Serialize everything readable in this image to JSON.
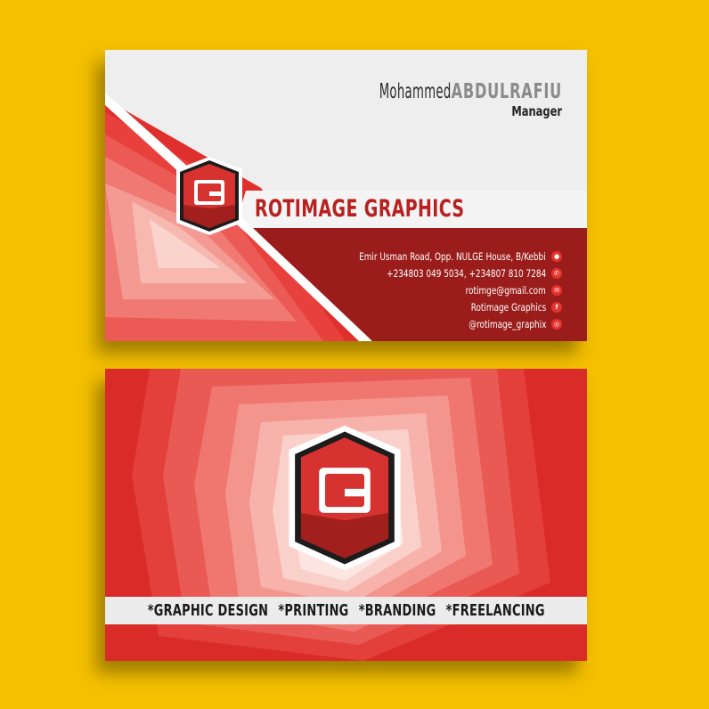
{
  "colors": {
    "background": "#f5c000",
    "brand_red": "#d92b28",
    "dark_red": "#9a1d1b",
    "light_gray": "#eeeeee"
  },
  "front_card": {
    "name_first": "Mohammed",
    "name_last": "ABDULRAFIU",
    "role": "Manager",
    "brand": "ROTIMAGE GRAPHICS",
    "contacts": [
      {
        "text": "Emir Usman Road, Opp. NULGE House, B/Kebbi",
        "icon": "location-icon",
        "glyph": "●"
      },
      {
        "text": "+234803 049 5034, +234807 810 7284",
        "icon": "phone-icon",
        "glyph": "✆"
      },
      {
        "text": "rotimge@gmail.com",
        "icon": "mail-icon",
        "glyph": "✉"
      },
      {
        "text": "Rotimage Graphics",
        "icon": "facebook-icon",
        "glyph": "f"
      },
      {
        "text": "@rotimage_graphix",
        "icon": "instagram-icon",
        "glyph": "◎"
      }
    ]
  },
  "back_card": {
    "services": [
      "*GRAPHIC DESIGN",
      "*PRINTING",
      "*BRANDING",
      "*FREELANCING"
    ]
  }
}
